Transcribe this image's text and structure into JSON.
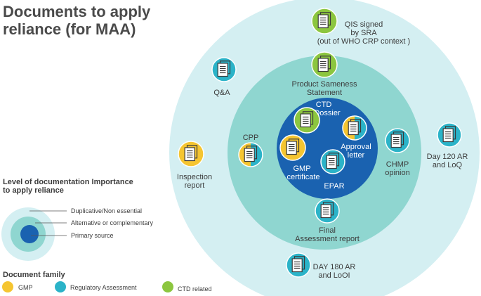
{
  "title": {
    "line1": "Documents to apply",
    "line2": "reliance (for MAA)"
  },
  "colors": {
    "outer_ring": "#d4eff2",
    "middle_ring": "#8fd6d0",
    "inner_core": "#1a62b0",
    "gmp": "#f5c531",
    "regulatory": "#2bb3c8",
    "ctd": "#8cc63f"
  },
  "documents": {
    "qis": {
      "lines": [
        "QIS signed",
        "by SRA",
        "(out of WHO CRP context )"
      ],
      "family": "ctd",
      "icon": "document-icon"
    },
    "qa": {
      "lines": [
        "Q&A"
      ],
      "family": "regulatory",
      "icon": "document-icon"
    },
    "sameness": {
      "lines": [
        "Product Sameness",
        "Statement"
      ],
      "family": "ctd",
      "icon": "document-icon"
    },
    "ctd_dossier": {
      "lines": [
        "CTD",
        "Dossier"
      ],
      "family": "ctd",
      "icon": "document-icon"
    },
    "approval": {
      "lines": [
        "Approval",
        "letter"
      ],
      "family": "gmp+regulatory",
      "icon": "document-icon"
    },
    "cpp": {
      "lines": [
        "CPP"
      ],
      "family": "gmp+regulatory",
      "icon": "document-icon"
    },
    "gmp_cert": {
      "lines": [
        "GMP",
        "certificate"
      ],
      "family": "gmp",
      "icon": "document-icon"
    },
    "epar": {
      "lines": [
        "EPAR"
      ],
      "family": "regulatory",
      "icon": "document-icon"
    },
    "chmp": {
      "lines": [
        "CHMP",
        "opinion"
      ],
      "family": "regulatory",
      "icon": "document-icon"
    },
    "day120": {
      "lines": [
        "Day 120 AR",
        "and LoQ"
      ],
      "family": "regulatory",
      "icon": "document-icon"
    },
    "inspection": {
      "lines": [
        "Inspection",
        "report"
      ],
      "family": "gmp",
      "icon": "document-icon"
    },
    "final": {
      "lines": [
        "Final",
        "Assessment report"
      ],
      "family": "regulatory",
      "icon": "document-icon"
    },
    "day180": {
      "lines": [
        "DAY 180 AR",
        "and LoOI"
      ],
      "family": "regulatory",
      "icon": "document-icon"
    }
  },
  "legend_levels": {
    "heading": [
      "Level of documentation Importance",
      "to apply reliance"
    ],
    "items": [
      "Duplicative/Non essential",
      "Alternative or complementary",
      "Primary source"
    ]
  },
  "legend_family": {
    "heading": "Document family",
    "items": [
      {
        "label": "GMP",
        "color": "#f5c531"
      },
      {
        "label": "Regulatory Assessment",
        "color": "#2bb3c8"
      },
      {
        "label": "CTD related",
        "color": "#8cc63f"
      }
    ]
  }
}
